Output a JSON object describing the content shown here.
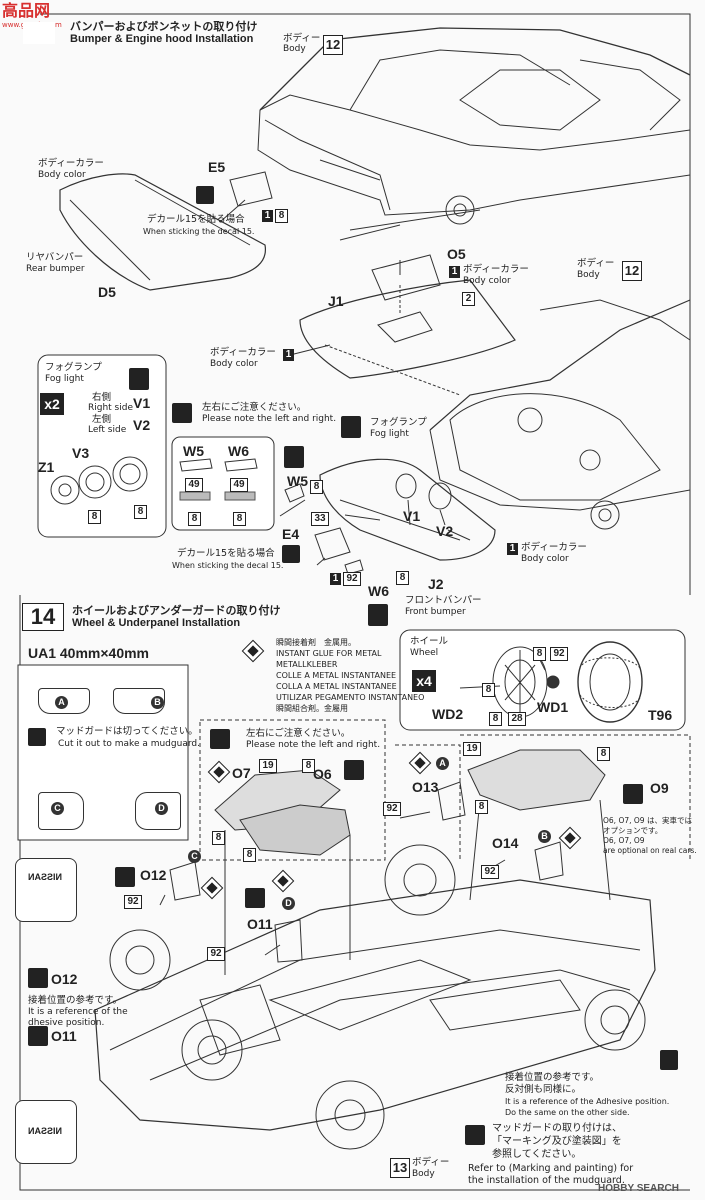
{
  "watermark": {
    "brand": "高品网",
    "url": "www.gaopin.com"
  },
  "step13": {
    "title_jp": "バンパーおよびボンネットの取り付け",
    "title_en": "Bumper & Engine hood Installation"
  },
  "body_label": {
    "jp": "ボディー",
    "en": "Body",
    "num": "12"
  },
  "body_color": {
    "jp": "ボディーカラー",
    "en": "Body color"
  },
  "rear_bumper": {
    "jp": "リヤバンパー",
    "en": "Rear bumper",
    "code": "D5"
  },
  "decal15": {
    "jp": "デカール15を貼る場合",
    "en": "When sticking the decal 15."
  },
  "parts": {
    "E5": "E5",
    "O5": "O5",
    "J1": "J1",
    "J2": "J2",
    "E4": "E4",
    "W5": "W5",
    "W6": "W6",
    "V1": "V1",
    "V2": "V2",
    "V3": "V3",
    "Z1": "Z1"
  },
  "fog": {
    "jp": "フォグランプ",
    "en": "Fog light",
    "mult": "x2",
    "right_jp": "右側",
    "right_en": "Right side",
    "left_jp": "左側",
    "left_en": "Left side"
  },
  "note_lr": {
    "jp": "左右にご注意ください。",
    "en": "Please note the left and right."
  },
  "front_bumper": {
    "jp": "フロントバンパー",
    "en": "Front bumper"
  },
  "nums": {
    "n1": "1",
    "n2": "2",
    "n8": "8",
    "n33": "33",
    "n49": "49",
    "n92": "92",
    "n19": "19",
    "n28": "28",
    "n12": "12",
    "n13": "13"
  },
  "step14": {
    "num": "14",
    "title_jp": "ホイールおよびアンダーガードの取り付け",
    "title_en": "Wheel & Underpanel Installation"
  },
  "glue": {
    "l1": "瞬間接着剤　金属用。",
    "l2": "INSTANT GLUE FOR METAL",
    "l3": "METALLKLEBER",
    "l4": "COLLE A METAL INSTANTANEE",
    "l5": "COLLA A METAL INSTANTANEE",
    "l6": "UTILIZAR PEGAMENTO INSTANTANEO",
    "l7": "瞬間組合剤。金屬用"
  },
  "wheel": {
    "jp": "ホイール",
    "en": "Wheel",
    "mult": "x4",
    "WD1": "WD1",
    "WD2": "WD2",
    "T96": "T96"
  },
  "ua1": {
    "title": "UA1  40mm×40mm",
    "A": "A",
    "B": "B",
    "C": "C",
    "D": "D",
    "cut_jp": "マッドガードは切ってください。",
    "cut_en": "Cut it out to make a mudguard."
  },
  "under": {
    "O6": "O6",
    "O7": "O7",
    "O9": "O9",
    "O11": "O11",
    "O12": "O12",
    "O13": "O13",
    "O14": "O14"
  },
  "optional": {
    "l1": "O6, O7, O9 は、実車では",
    "l2": "オプションです。",
    "l3": "O6, O7, O9",
    "l4": "are optional on real cars."
  },
  "adhesive": {
    "jp": "接着位置の参考です。",
    "en1": "It is a reference of the",
    "en2": "dhesive position."
  },
  "adhesive2": {
    "jp1": "接着位置の参考です。",
    "jp2": "反対側も同様に。",
    "en1": "It is a reference of the Adhesive position.",
    "en2": "Do the same on the other side."
  },
  "mudguard_ref": {
    "jp1": "マッドガードの取り付けは、",
    "jp2": "「マーキング及び塗装図」を",
    "jp3": "参照してください。",
    "en1": "Refer to (Marking and painting) for",
    "en2": "the installation of the mudguard."
  },
  "badge": {
    "text": "NISSAN"
  },
  "footer": {
    "body_jp": "ボディー",
    "body_en": "Body",
    "credit": "HOBBY SEARCH"
  }
}
